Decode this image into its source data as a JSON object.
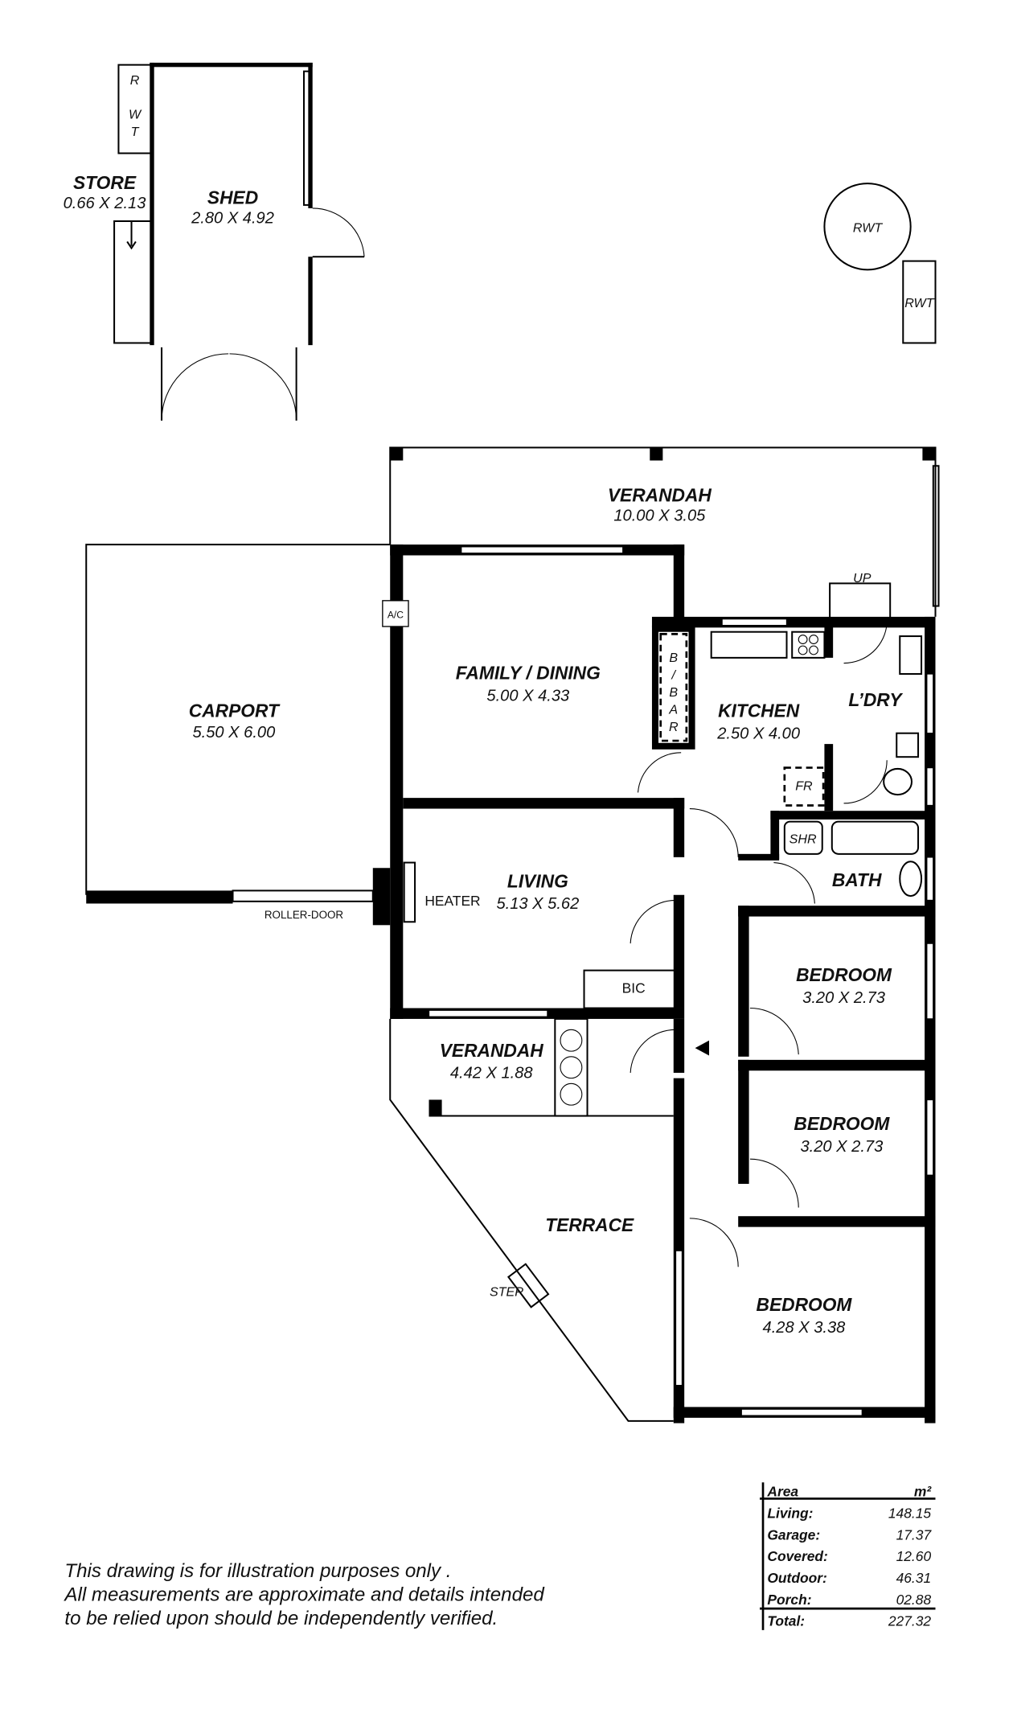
{
  "rooms": {
    "store": {
      "name": "STORE",
      "dims": "0.66 X 2.13"
    },
    "shed": {
      "name": "SHED",
      "dims": "2.80 X 4.92"
    },
    "verandah_rear": {
      "name": "VERANDAH",
      "dims": "10.00 X 3.05"
    },
    "carport": {
      "name": "CARPORT",
      "dims": "5.50 X 6.00"
    },
    "family_dining": {
      "name": "FAMILY / DINING",
      "dims": "5.00 X 4.33"
    },
    "kitchen": {
      "name": "KITCHEN",
      "dims": "2.50 X 4.00"
    },
    "laundry": {
      "name": "L’DRY"
    },
    "living": {
      "name": "LIVING",
      "dims": "5.13 X 5.62"
    },
    "bath": {
      "name": "BATH"
    },
    "bedroom1": {
      "name": "BEDROOM",
      "dims": "3.20 X 2.73"
    },
    "bedroom2": {
      "name": "BEDROOM",
      "dims": "3.20 X 2.73"
    },
    "bedroom3": {
      "name": "BEDROOM",
      "dims": "4.28 X 3.38"
    },
    "verandah_front": {
      "name": "VERANDAH",
      "dims": "4.42 X 1.88"
    },
    "terrace": {
      "name": "TERRACE"
    }
  },
  "fixtures": {
    "rwt": "RWT",
    "rwt_vertical": [
      "R",
      "W",
      "T"
    ],
    "ac": "A/C",
    "bbar": [
      "B",
      "/",
      "B",
      "A",
      "R"
    ],
    "up": "UP",
    "fr": "FR",
    "shr": "SHR",
    "heater": "HEATER",
    "bic": "BIC",
    "roller_door": "ROLLER-DOOR",
    "step": "STEP"
  },
  "area_table": {
    "header": "Area",
    "unit": "m²",
    "rows": [
      {
        "label": "Living:",
        "value": "148.15"
      },
      {
        "label": "Garage:",
        "value": "17.37"
      },
      {
        "label": "Covered:",
        "value": "12.60"
      },
      {
        "label": "Outdoor:",
        "value": "46.31"
      },
      {
        "label": "Porch:",
        "value": "02.88"
      }
    ],
    "total_label": "Total:",
    "total_value": "227.32"
  },
  "disclaimer": [
    "This drawing is for illustration purposes only .",
    "All measurements are approximate and details intended",
    "to be relied upon should be independently verified."
  ]
}
